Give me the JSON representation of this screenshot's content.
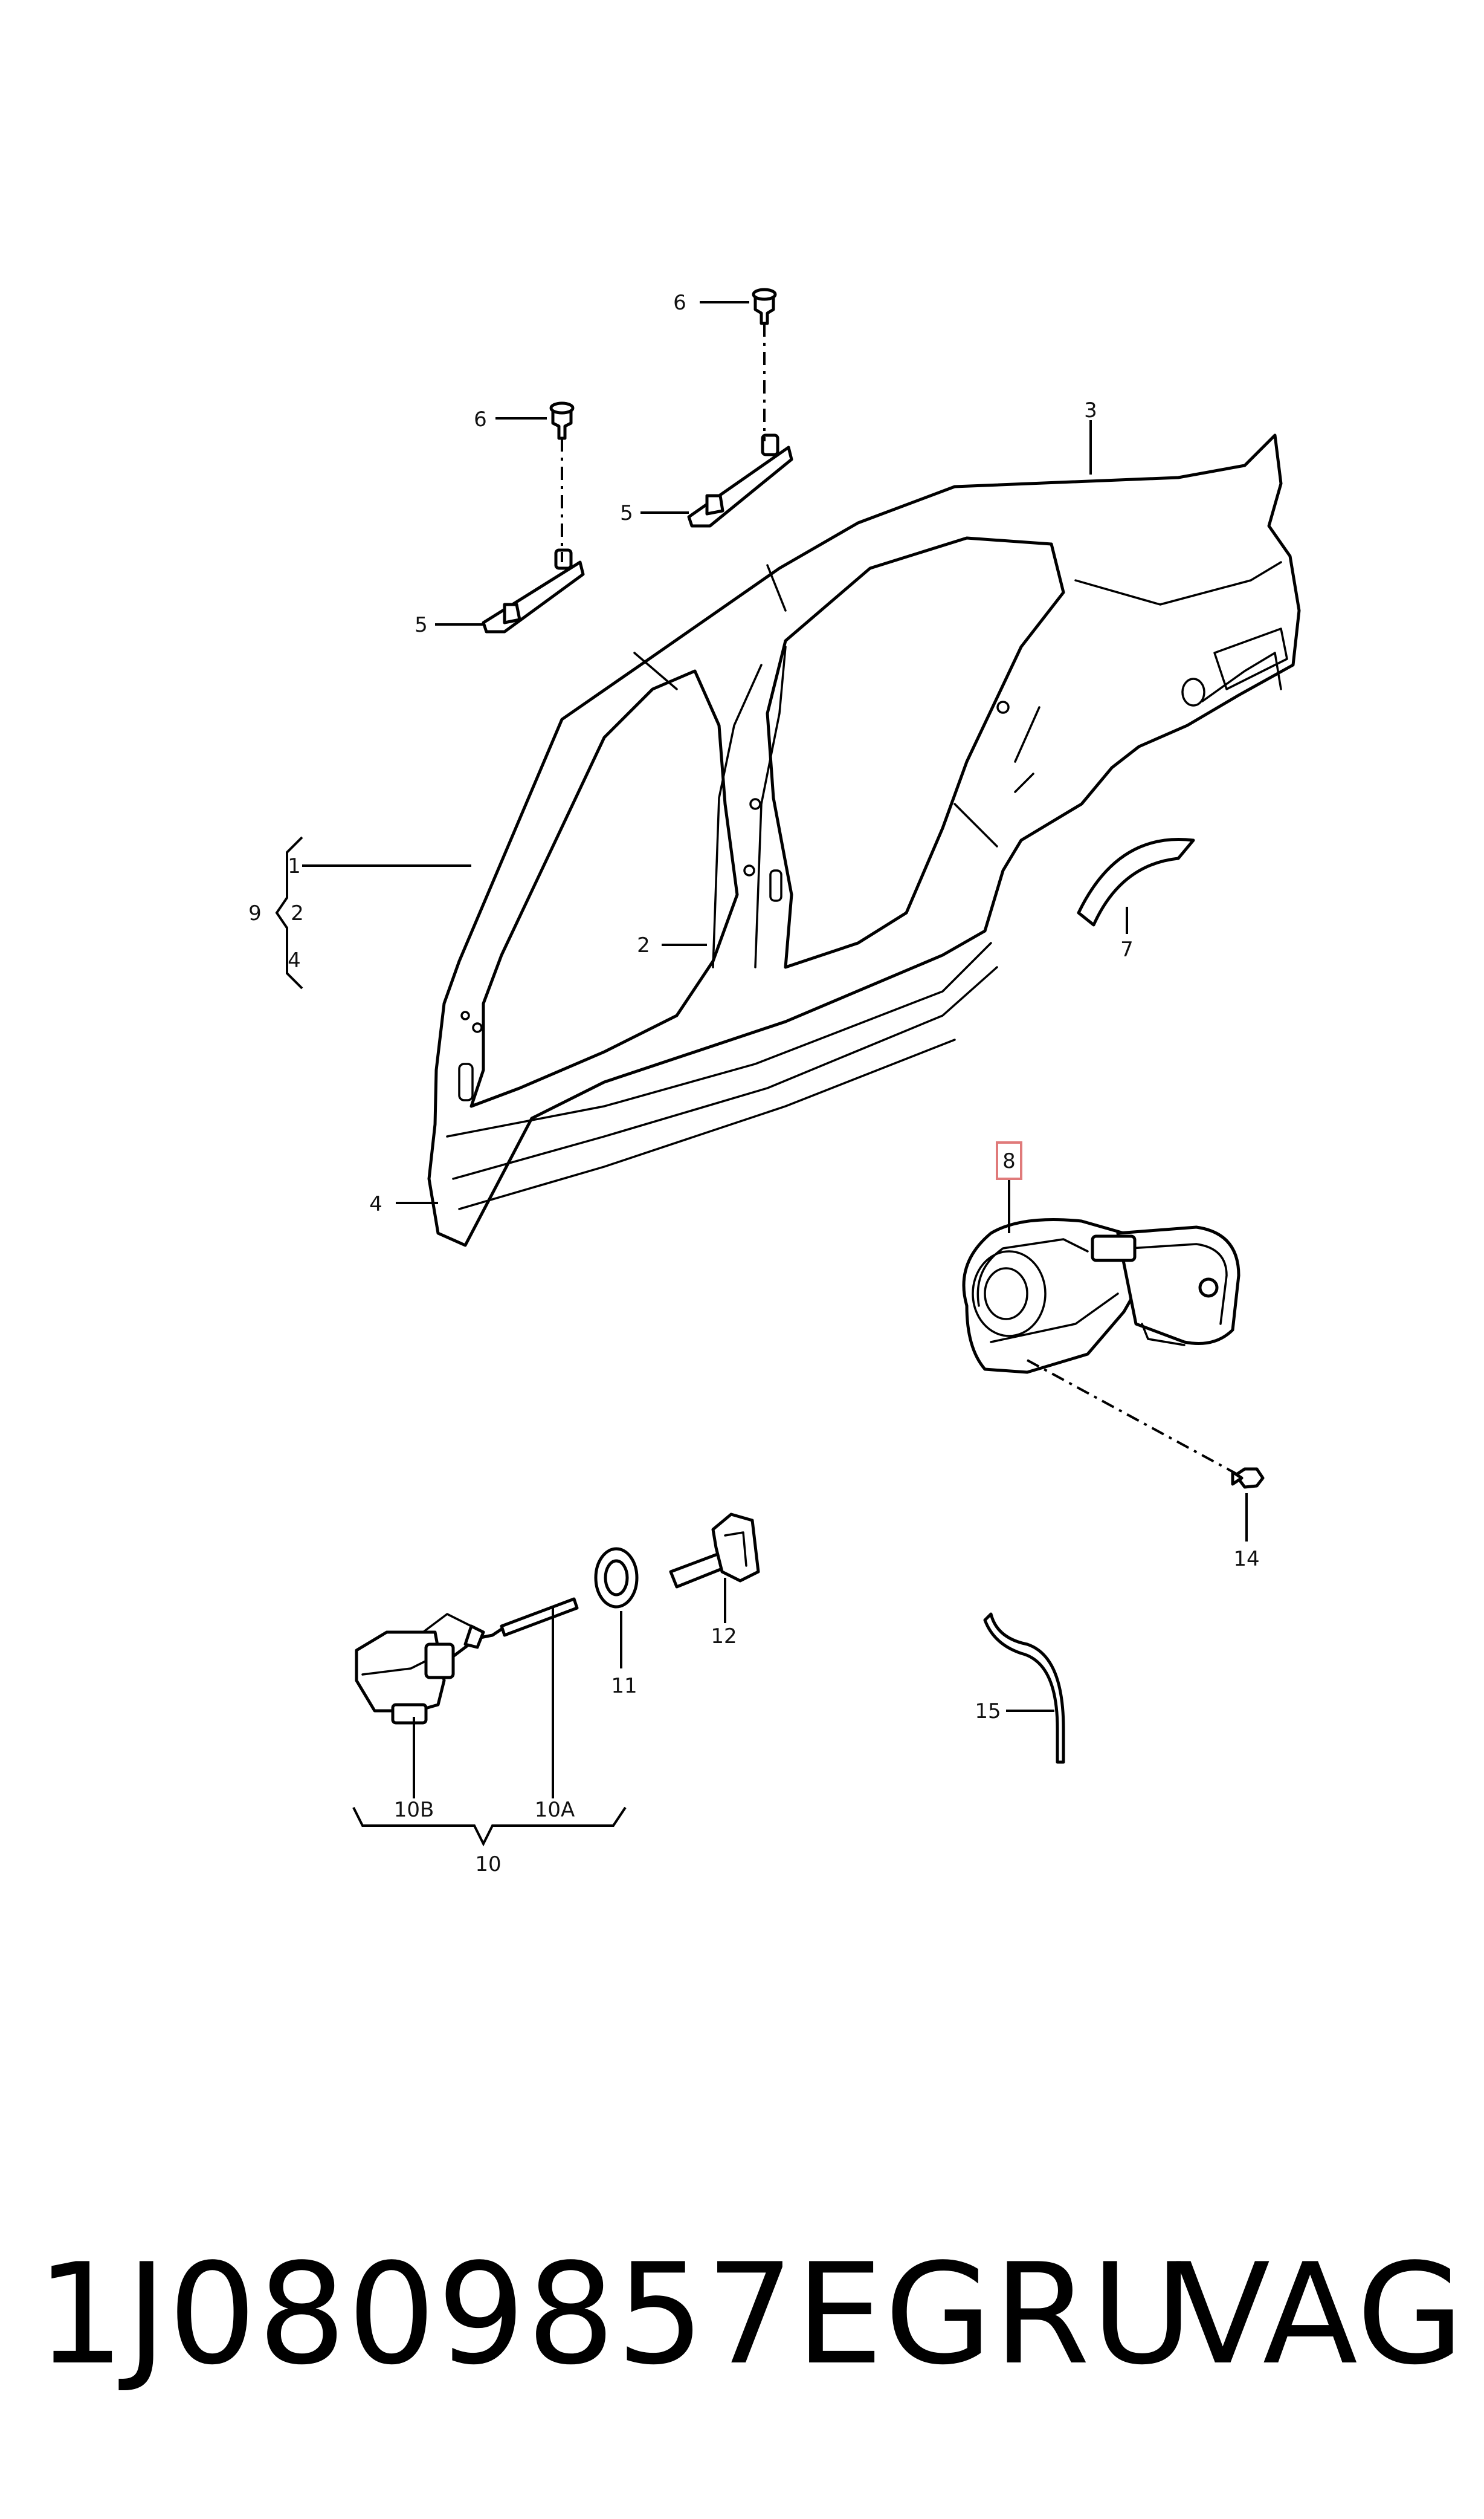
{
  "callouts": {
    "c1": "1",
    "c2a": "2",
    "c2b": "2",
    "c3": "3",
    "c4a": "4",
    "c4b": "4",
    "c5a": "5",
    "c5b": "5",
    "c6a": "6",
    "c6b": "6",
    "c7": "7",
    "c8": "8",
    "c9": "9",
    "c10": "10",
    "c10a": "10A",
    "c10b": "10B",
    "c11": "11",
    "c12": "12",
    "c14": "14",
    "c15": "15"
  },
  "highlight": {
    "callout": "8",
    "color": "#e07a7a"
  },
  "footer": {
    "part_number": "1J0809857EGRU",
    "brand": "VAG"
  }
}
